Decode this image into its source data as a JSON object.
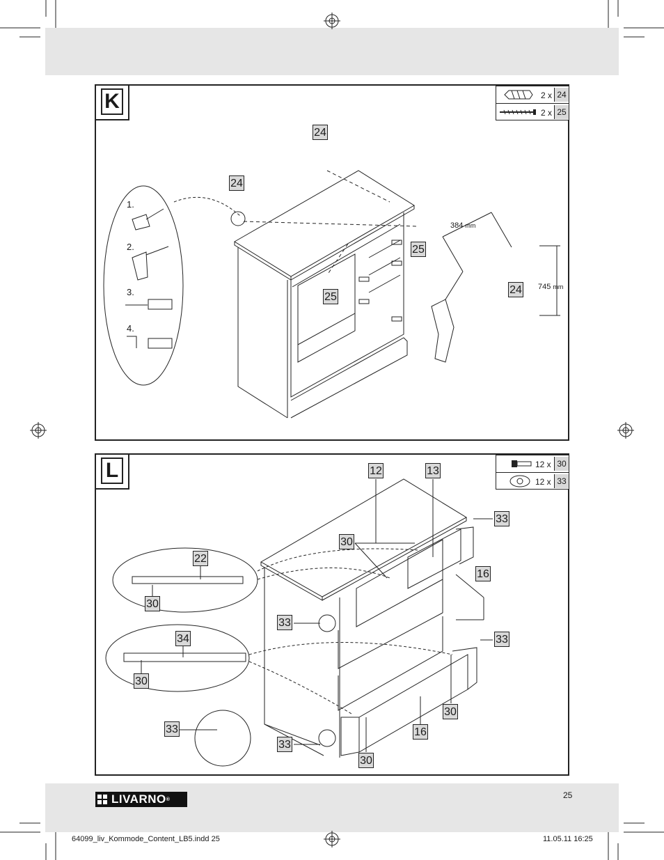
{
  "page": {
    "number": "25",
    "file": "64099_liv_Kommode_Content_LB5.indd   25",
    "date": "11.05.11   16:25"
  },
  "brand": {
    "name": "LIVARNO",
    "registered": "®"
  },
  "step_k": {
    "letter": "K",
    "parts": [
      {
        "qty": "2 x",
        "part": "24",
        "icon": "dowel-icon"
      },
      {
        "qty": "2 x",
        "part": "25",
        "icon": "screw-icon"
      }
    ],
    "labels": [
      "24",
      "24",
      "25",
      "25",
      "24"
    ],
    "substeps": [
      "1.",
      "2.",
      "3.",
      "4."
    ],
    "dim_width": "384",
    "dim_height": "745",
    "dim_unit": "mm"
  },
  "step_l": {
    "letter": "L",
    "parts": [
      {
        "qty": "12 x",
        "part": "30",
        "icon": "bolt-icon"
      },
      {
        "qty": "12 x",
        "part": "33",
        "icon": "cap-icon"
      }
    ],
    "labels": [
      "12",
      "13",
      "30",
      "33",
      "16",
      "33",
      "30",
      "16",
      "22",
      "30",
      "34",
      "30",
      "33",
      "33",
      "33",
      "30"
    ]
  }
}
